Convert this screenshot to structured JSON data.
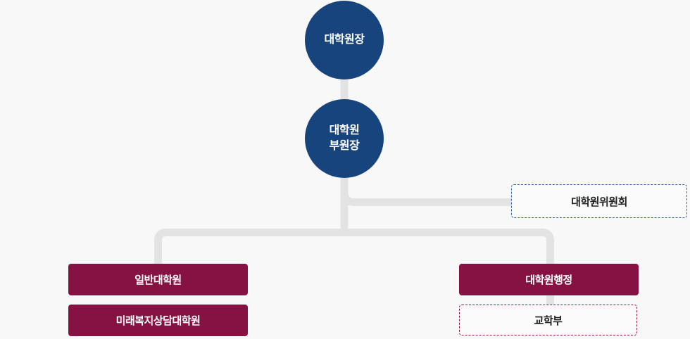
{
  "colors": {
    "navy": "#18447E",
    "maroon": "#861143",
    "line": "#E3E3E3",
    "blue_dash": "#3464A8",
    "maroon_dash": "#8F1145",
    "text_dark": "#222222",
    "text_light": "#FFFFFF",
    "bg": "#F8F8F8",
    "box_bg": "#FBFBFB"
  },
  "org_chart": {
    "type": "organization-chart",
    "root": {
      "label": "대학원장"
    },
    "deputy": {
      "lines": [
        "대학원",
        "부원장"
      ]
    },
    "committee": {
      "label": "대학원위원회"
    },
    "branches": {
      "left": [
        {
          "label": "일반대학원"
        },
        {
          "label": "미래복지상담대학원"
        }
      ],
      "right": [
        {
          "label": "대학원행정"
        },
        {
          "label": "교학부"
        }
      ]
    }
  }
}
